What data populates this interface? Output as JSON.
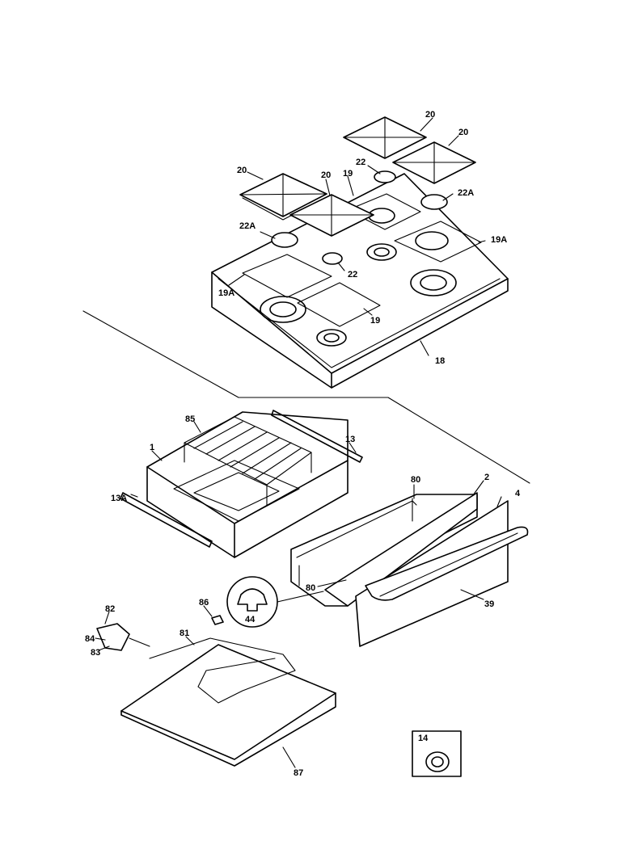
{
  "labels": {
    "p20_a": "20",
    "p20_b": "20",
    "p20_c": "20",
    "p20_d": "20",
    "p22_a": "22",
    "p22_b": "22",
    "p22A_a": "22A",
    "p22A_b": "22A",
    "p19_a": "19",
    "p19_b": "19",
    "p19A_a": "19A",
    "p19A_b": "19A",
    "p18": "18",
    "p85": "85",
    "p1": "1",
    "p13": "13",
    "p13A": "13A",
    "p80_a": "80",
    "p80_b": "80",
    "p2": "2",
    "p4": "4",
    "p39": "39",
    "p44": "44",
    "p86": "86",
    "p82": "82",
    "p84": "84",
    "p83": "83",
    "p81": "81",
    "p87": "87",
    "p14": "14"
  }
}
